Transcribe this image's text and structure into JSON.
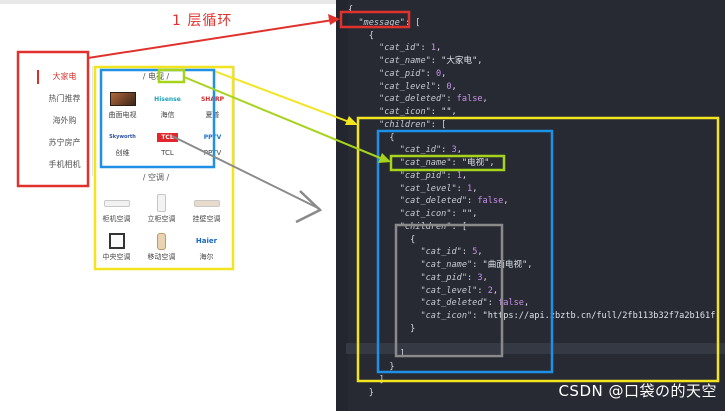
{
  "annotation": {
    "label": "1 层循环"
  },
  "sidebar": {
    "items": [
      {
        "label": "大家电",
        "active": true
      },
      {
        "label": "热门推荐",
        "active": false
      },
      {
        "label": "海外购",
        "active": false
      },
      {
        "label": "苏宁房产",
        "active": false
      },
      {
        "label": "手机相机",
        "active": false
      }
    ]
  },
  "categories": [
    {
      "title": "/ 电视 /",
      "items": [
        {
          "label": "曲面电视",
          "icon": "curved-tv-icon",
          "brand": ""
        },
        {
          "label": "海信",
          "icon": "hisense-logo",
          "brand": "Hisense"
        },
        {
          "label": "夏普",
          "icon": "sharp-logo",
          "brand": "SHARP"
        },
        {
          "label": "创维",
          "icon": "skyworth-logo",
          "brand": "Skyworth"
        },
        {
          "label": "TCL",
          "icon": "tcl-logo",
          "brand": "TCL"
        },
        {
          "label": "PPTV",
          "icon": "pptv-logo",
          "brand": "PPTV"
        }
      ]
    },
    {
      "title": "/ 空调 /",
      "items": [
        {
          "label": "柜机空调",
          "icon": "wall-ac-icon"
        },
        {
          "label": "立柜空调",
          "icon": "tower-ac-icon"
        },
        {
          "label": "挂壁空调",
          "icon": "wall-mounted-ac-icon"
        },
        {
          "label": "中央空调",
          "icon": "central-ac-icon"
        },
        {
          "label": "移动空调",
          "icon": "portable-ac-icon"
        },
        {
          "label": "海尔",
          "icon": "haier-logo",
          "brand": "Haier"
        }
      ]
    }
  ],
  "editor": {
    "lines": [
      [
        {
          "t": "{",
          "c": "p"
        }
      ],
      [
        {
          "t": "  ",
          "c": "p"
        },
        {
          "t": "\"message\"",
          "c": "k"
        },
        {
          "t": ": [",
          "c": "p"
        }
      ],
      [
        {
          "t": "    {",
          "c": "p"
        }
      ],
      [
        {
          "t": "      ",
          "c": "p"
        },
        {
          "t": "\"cat_id\"",
          "c": "k"
        },
        {
          "t": ": ",
          "c": "p"
        },
        {
          "t": "1",
          "c": "n"
        },
        {
          "t": ",",
          "c": "p"
        }
      ],
      [
        {
          "t": "      ",
          "c": "p"
        },
        {
          "t": "\"cat_name\"",
          "c": "k"
        },
        {
          "t": ": ",
          "c": "p"
        },
        {
          "t": "\"大家电\"",
          "c": "s"
        },
        {
          "t": ",",
          "c": "p"
        }
      ],
      [
        {
          "t": "      ",
          "c": "p"
        },
        {
          "t": "\"cat_pid\"",
          "c": "k"
        },
        {
          "t": ": ",
          "c": "p"
        },
        {
          "t": "0",
          "c": "n"
        },
        {
          "t": ",",
          "c": "p"
        }
      ],
      [
        {
          "t": "      ",
          "c": "p"
        },
        {
          "t": "\"cat_level\"",
          "c": "k"
        },
        {
          "t": ": ",
          "c": "p"
        },
        {
          "t": "0",
          "c": "n"
        },
        {
          "t": ",",
          "c": "p"
        }
      ],
      [
        {
          "t": "      ",
          "c": "p"
        },
        {
          "t": "\"cat_deleted\"",
          "c": "k"
        },
        {
          "t": ": ",
          "c": "p"
        },
        {
          "t": "false",
          "c": "n"
        },
        {
          "t": ",",
          "c": "p"
        }
      ],
      [
        {
          "t": "      ",
          "c": "p"
        },
        {
          "t": "\"cat_icon\"",
          "c": "k"
        },
        {
          "t": ": ",
          "c": "p"
        },
        {
          "t": "\"\"",
          "c": "s"
        },
        {
          "t": ",",
          "c": "p"
        }
      ],
      [
        {
          "t": "      ",
          "c": "p"
        },
        {
          "t": "\"children\"",
          "c": "k"
        },
        {
          "t": ": [",
          "c": "p"
        }
      ],
      [
        {
          "t": "        {",
          "c": "p"
        }
      ],
      [
        {
          "t": "          ",
          "c": "p"
        },
        {
          "t": "\"cat_id\"",
          "c": "k"
        },
        {
          "t": ": ",
          "c": "p"
        },
        {
          "t": "3",
          "c": "n"
        },
        {
          "t": ",",
          "c": "p"
        }
      ],
      [
        {
          "t": "          ",
          "c": "p"
        },
        {
          "t": "\"cat_name\"",
          "c": "k"
        },
        {
          "t": ": ",
          "c": "p"
        },
        {
          "t": "\"电视\"",
          "c": "s"
        },
        {
          "t": ",",
          "c": "p"
        }
      ],
      [
        {
          "t": "          ",
          "c": "p"
        },
        {
          "t": "\"cat_pid\"",
          "c": "k"
        },
        {
          "t": ": ",
          "c": "p"
        },
        {
          "t": "1",
          "c": "n"
        },
        {
          "t": ",",
          "c": "p"
        }
      ],
      [
        {
          "t": "          ",
          "c": "p"
        },
        {
          "t": "\"cat_level\"",
          "c": "k"
        },
        {
          "t": ": ",
          "c": "p"
        },
        {
          "t": "1",
          "c": "n"
        },
        {
          "t": ",",
          "c": "p"
        }
      ],
      [
        {
          "t": "          ",
          "c": "p"
        },
        {
          "t": "\"cat_deleted\"",
          "c": "k"
        },
        {
          "t": ": ",
          "c": "p"
        },
        {
          "t": "false",
          "c": "n"
        },
        {
          "t": ",",
          "c": "p"
        }
      ],
      [
        {
          "t": "          ",
          "c": "p"
        },
        {
          "t": "\"cat_icon\"",
          "c": "k"
        },
        {
          "t": ": ",
          "c": "p"
        },
        {
          "t": "\"\"",
          "c": "s"
        },
        {
          "t": ",",
          "c": "p"
        }
      ],
      [
        {
          "t": "          ",
          "c": "p"
        },
        {
          "t": "\"children\"",
          "c": "k"
        },
        {
          "t": ": [",
          "c": "p"
        }
      ],
      [
        {
          "t": "            {",
          "c": "p"
        }
      ],
      [
        {
          "t": "              ",
          "c": "p"
        },
        {
          "t": "\"cat_id\"",
          "c": "k"
        },
        {
          "t": ": ",
          "c": "p"
        },
        {
          "t": "5",
          "c": "n"
        },
        {
          "t": ",",
          "c": "p"
        }
      ],
      [
        {
          "t": "              ",
          "c": "p"
        },
        {
          "t": "\"cat_name\"",
          "c": "k"
        },
        {
          "t": ": ",
          "c": "p"
        },
        {
          "t": "\"曲面电视\"",
          "c": "s"
        },
        {
          "t": ",",
          "c": "p"
        }
      ],
      [
        {
          "t": "              ",
          "c": "p"
        },
        {
          "t": "\"cat_pid\"",
          "c": "k"
        },
        {
          "t": ": ",
          "c": "p"
        },
        {
          "t": "3",
          "c": "n"
        },
        {
          "t": ",",
          "c": "p"
        }
      ],
      [
        {
          "t": "              ",
          "c": "p"
        },
        {
          "t": "\"cat_level\"",
          "c": "k"
        },
        {
          "t": ": ",
          "c": "p"
        },
        {
          "t": "2",
          "c": "n"
        },
        {
          "t": ",",
          "c": "p"
        }
      ],
      [
        {
          "t": "              ",
          "c": "p"
        },
        {
          "t": "\"cat_deleted\"",
          "c": "k"
        },
        {
          "t": ": ",
          "c": "p"
        },
        {
          "t": "false",
          "c": "n"
        },
        {
          "t": ",",
          "c": "p"
        }
      ],
      [
        {
          "t": "              ",
          "c": "p"
        },
        {
          "t": "\"cat_icon\"",
          "c": "k"
        },
        {
          "t": ": ",
          "c": "p"
        },
        {
          "t": "\"https://api.zbztb.cn/full/2fb113b32f7a2b161f",
          "c": "s"
        }
      ],
      [
        {
          "t": "            }",
          "c": "p"
        }
      ],
      [
        {
          "t": "",
          "c": "p"
        }
      ],
      [
        {
          "t": "          ]",
          "c": "p"
        }
      ],
      [
        {
          "t": "        }",
          "c": "p"
        }
      ],
      [
        {
          "t": "      ]",
          "c": "p"
        }
      ],
      [
        {
          "t": "    }",
          "c": "p"
        }
      ]
    ],
    "watermark": "CSDN @口袋の的天空"
  },
  "colors": {
    "red": "#e0322c",
    "yellow": "#f2e51f",
    "blue": "#1e90e6",
    "green": "#a6d31c",
    "gray": "#8a8a8a"
  }
}
